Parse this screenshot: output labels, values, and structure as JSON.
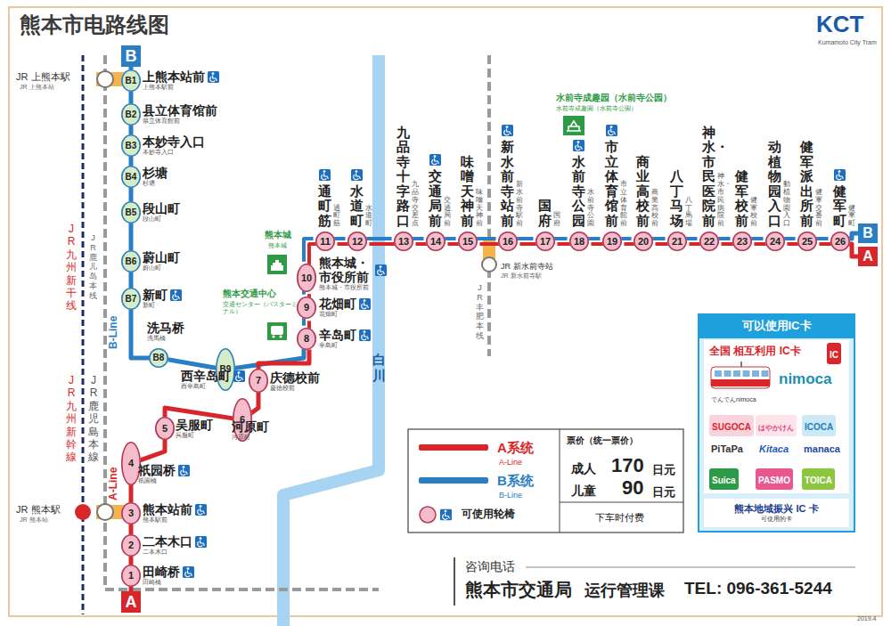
{
  "diagram": {
    "title": "熊本市电路线图",
    "nodes": [
      {
        "text": [
          "B"
        ]
      },
      {
        "text": [
          "B1",
          "上熊本站前",
          "上熊本駅前"
        ]
      },
      {
        "text": [
          "B2",
          "县立体育馆前",
          "県立体育館前"
        ]
      },
      {
        "text": [
          "B3",
          "本妙寺入口",
          "本妙寺入口"
        ]
      },
      {
        "text": [
          "B4",
          "杉塘",
          "杉塘"
        ]
      },
      {
        "text": [
          "B5",
          "段山町",
          "段山町"
        ]
      },
      {
        "text": [
          "B6",
          "蔚山町",
          "蔚山町"
        ]
      },
      {
        "text": [
          "B7",
          "新町",
          "新町"
        ]
      },
      {
        "text": [
          "B8",
          "洗马桥",
          "洗馬橋"
        ]
      },
      {
        "text": [
          "B9",
          "西辛岛町",
          "西辛島町"
        ]
      },
      {
        "text": [
          "1",
          "田崎桥",
          "田崎橋"
        ]
      },
      {
        "text": [
          "2",
          "二本木口",
          "二本木口"
        ]
      },
      {
        "text": [
          "3",
          "熊本站前",
          "熊本駅前"
        ]
      },
      {
        "text": [
          "4",
          "祇园桥",
          "祇園橋"
        ]
      },
      {
        "text": [
          "5",
          "吴服町",
          "呉服町"
        ]
      },
      {
        "text": [
          "6",
          "河原町",
          "河原町"
        ]
      },
      {
        "text": [
          "7",
          "庆德校前",
          "慶徳校前"
        ]
      },
      {
        "text": [
          "8",
          "辛岛町",
          "辛島町"
        ]
      },
      {
        "text": [
          "9",
          "花畑町",
          "花畑町"
        ]
      },
      {
        "text": [
          "10",
          "熊本城・市役所前",
          "熊本城・市役所前"
        ]
      },
      {
        "text": [
          "11",
          "通町筋",
          "通町筋"
        ]
      },
      {
        "text": [
          "12",
          "水道町",
          "水道町"
        ]
      },
      {
        "text": [
          "13",
          "九品寺十字路口",
          "九品寺交差点"
        ]
      },
      {
        "text": [
          "14",
          "交通局前",
          "交通局前"
        ]
      },
      {
        "text": [
          "15",
          "味噌天神前",
          "味噌天神前"
        ]
      },
      {
        "text": [
          "16",
          "新水前寺站前",
          "新水前寺駅前"
        ]
      },
      {
        "text": [
          "17",
          "国府",
          "国府"
        ]
      },
      {
        "text": [
          "18",
          "水前寺公园",
          "水前寺公園"
        ]
      },
      {
        "text": [
          "19",
          "市立体育馆前",
          "市立体育館前"
        ]
      },
      {
        "text": [
          "20",
          "商业高校前",
          "商業高校前"
        ]
      },
      {
        "text": [
          "21",
          "八丁马场",
          "八丁馬場"
        ]
      },
      {
        "text": [
          "22",
          "神水・市民医院前",
          "神水・市民病院前"
        ]
      },
      {
        "text": [
          "23",
          "健军校前",
          "健軍校前"
        ]
      },
      {
        "text": [
          "24",
          "动植物园入口",
          "動植物園入口"
        ]
      },
      {
        "text": [
          "25",
          "健军派出所前",
          "健軍交番前"
        ]
      },
      {
        "text": [
          "26",
          "健军町",
          "健軍町"
        ]
      },
      {
        "text": [
          "A"
        ]
      },
      {
        "text": [
          "B"
        ]
      },
      {
        "text": [
          "A"
        ]
      },
      {
        "text": [
          "可以使用IC卡"
        ]
      },
      {
        "text": [
          "全国 相互利用 IC卡"
        ],
        "in": 39
      },
      {
        "text": [
          "IC"
        ],
        "in": 40
      },
      {
        "text": [
          "SUGOCA"
        ],
        "in": 40
      },
      {
        "text": [
          "はやかけん"
        ],
        "in": 40
      },
      {
        "text": [
          "ICOCA"
        ],
        "in": 40
      },
      {
        "text": [
          "Suica"
        ],
        "in": 40
      },
      {
        "text": [
          "PASMO"
        ],
        "in": 40
      },
      {
        "text": [
          "TOICA"
        ],
        "in": 40
      },
      {
        "text": [
          "熊本地域振兴 IC 卡",
          "可使用的卡"
        ],
        "in": 39
      }
    ],
    "edges": [
      {
        "from": 0,
        "to": 1,
        "arrow": "none"
      },
      {
        "from": 1,
        "to": 2,
        "arrow": "none"
      },
      {
        "from": 2,
        "to": 3,
        "arrow": "none"
      },
      {
        "from": 3,
        "to": 4,
        "arrow": "none"
      },
      {
        "from": 4,
        "to": 5,
        "arrow": "none"
      },
      {
        "from": 5,
        "to": 6,
        "arrow": "none"
      },
      {
        "from": 6,
        "to": 7,
        "arrow": "none"
      },
      {
        "from": 7,
        "to": 8,
        "arrow": "none"
      },
      {
        "from": 8,
        "to": 9,
        "arrow": "none"
      },
      {
        "from": 9,
        "to": 17,
        "arrow": "none"
      },
      {
        "from": 10,
        "to": 11,
        "arrow": "none"
      },
      {
        "from": 11,
        "to": 12,
        "arrow": "none"
      },
      {
        "from": 12,
        "to": 13,
        "arrow": "none"
      },
      {
        "from": 13,
        "to": 14,
        "arrow": "none"
      },
      {
        "from": 14,
        "to": 15,
        "arrow": "none"
      },
      {
        "from": 15,
        "to": 16,
        "arrow": "none"
      },
      {
        "from": 16,
        "to": 17,
        "arrow": "none"
      },
      {
        "from": 17,
        "to": 18,
        "arrow": "none"
      },
      {
        "from": 18,
        "to": 19,
        "arrow": "none"
      },
      {
        "from": 19,
        "to": 20,
        "arrow": "none"
      },
      {
        "from": 20,
        "to": 21,
        "arrow": "none"
      },
      {
        "from": 21,
        "to": 22,
        "arrow": "none"
      },
      {
        "from": 22,
        "to": 23,
        "arrow": "none"
      },
      {
        "from": 23,
        "to": 24,
        "arrow": "none"
      },
      {
        "from": 24,
        "to": 25,
        "arrow": "none"
      },
      {
        "from": 25,
        "to": 26,
        "arrow": "none"
      },
      {
        "from": 26,
        "to": 27,
        "arrow": "none"
      },
      {
        "from": 27,
        "to": 28,
        "arrow": "none"
      },
      {
        "from": 28,
        "to": 29,
        "arrow": "none"
      },
      {
        "from": 29,
        "to": 30,
        "arrow": "none"
      },
      {
        "from": 30,
        "to": 31,
        "arrow": "none"
      },
      {
        "from": 31,
        "to": 32,
        "arrow": "none"
      },
      {
        "from": 32,
        "to": 33,
        "arrow": "none"
      },
      {
        "from": 33,
        "to": 34,
        "arrow": "none"
      },
      {
        "from": 34,
        "to": 35,
        "arrow": "none"
      },
      {
        "from": 10,
        "to": 36,
        "arrow": "none"
      },
      {
        "from": 35,
        "to": 37,
        "arrow": "none"
      },
      {
        "from": 35,
        "to": 38,
        "arrow": "none"
      }
    ],
    "labels": [
      "KCT",
      "Kumamoto City Tram",
      "JR 上熊本駅",
      "JR 上熊本站",
      "JR 熊本駅",
      "JR 熊本站",
      "JR九州新干线",
      "JR九州新幹線",
      "JR鹿儿岛本线",
      "JR鹿児島本線",
      "JR丰肥本线",
      "JR 新水前寺站",
      "JR 新水前寺駅",
      "熊本城",
      "熊本城",
      "熊本交通中心",
      "交通センター（バスターミナル）",
      "水前寺成趣园（水前寺公园）",
      "水前寺成趣園（水前寺公園）",
      "白川",
      "B-Line",
      "A-Line",
      "A-Line",
      "B-Line",
      "票价（统一票价）",
      "成人",
      "170",
      "日元",
      "儿童",
      "90",
      "日元",
      "下车时付费",
      "nimoca",
      "でんでんnimoca",
      "PiTaPa",
      "Kitaca",
      "manaca",
      "咨询电话",
      "熊本市交通局",
      "运行管理课",
      "TEL: 096-361-5244",
      "2019.4"
    ],
    "legend": [
      {
        "text": "A系统",
        "color": "#d9262b"
      },
      {
        "text": "B系统",
        "color": "#2a7ec3"
      },
      {
        "text": "可使用轮椅"
      }
    ]
  }
}
